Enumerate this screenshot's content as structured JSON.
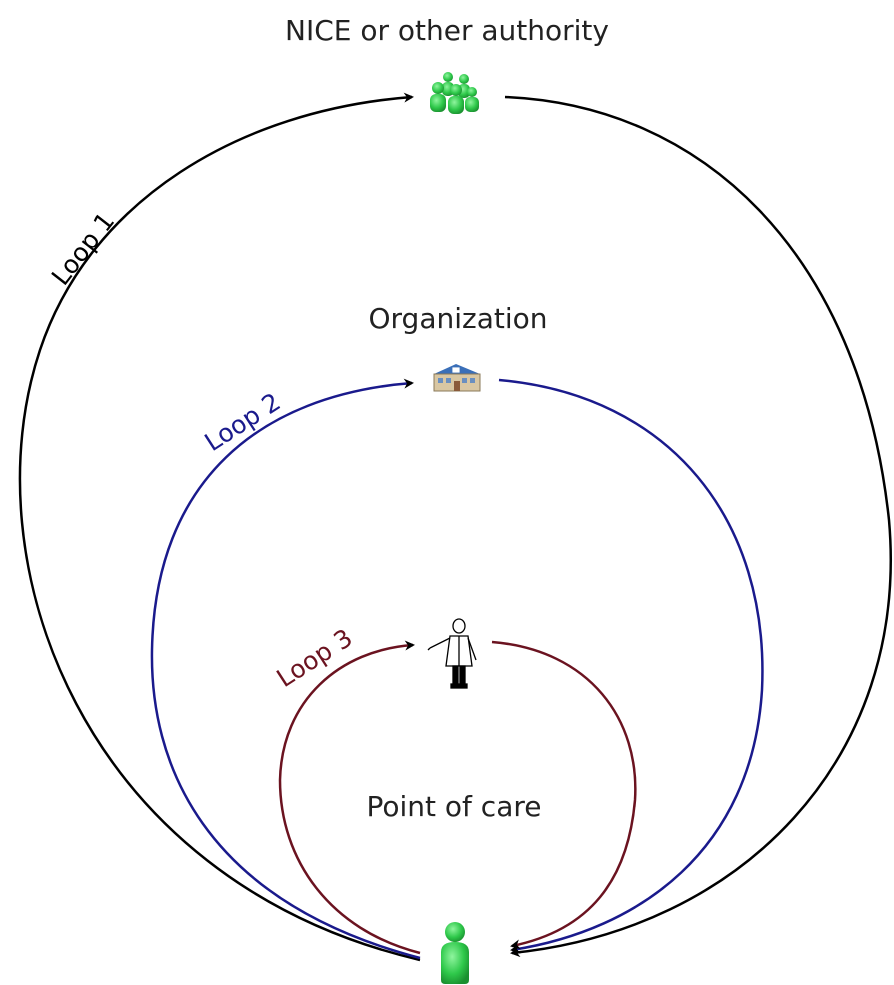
{
  "nodes": {
    "authority": {
      "label": "NICE or other authority",
      "icon": "people-group-icon"
    },
    "organization": {
      "label": "Organization",
      "icon": "building-icon"
    },
    "clinician": {
      "icon": "doctor-icon"
    },
    "patient": {
      "icon": "person-icon"
    },
    "point_of_care": {
      "label": "Point of care"
    }
  },
  "loops": [
    {
      "label": "Loop 1",
      "color": "#000000"
    },
    {
      "label": "Loop 2",
      "color": "#1a1a8c"
    },
    {
      "label": "Loop 3",
      "color": "#6b1320"
    }
  ],
  "colors": {
    "green": "#2ec84a",
    "green_dark": "#1f9a35"
  }
}
